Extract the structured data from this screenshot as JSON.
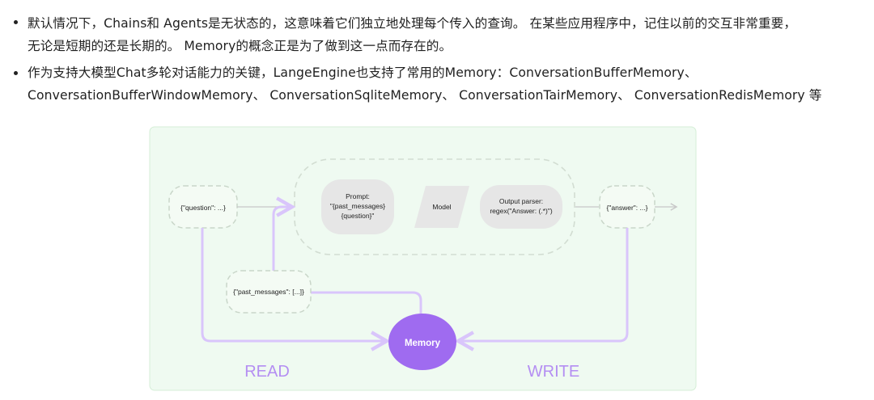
{
  "bullets": [
    {
      "lines": [
        "默认情况下，Chains和 Agents是无状态的，这意味着它们独立地处理每个传入的查询。 在某些应用程序中，记住以前的交互非常重要，",
        "无论是短期的还是长期的。 Memory的概念正是为了做到这一点而存在的。"
      ]
    },
    {
      "lines": [
        "作为支持大模型Chat多轮对话能力的关键，LangeEngine也支持了常用的Memory：ConversationBufferMemory、",
        "ConversationBufferWindowMemory、 ConversationSqliteMemory、 ConversationTairMemory、 ConversationRedisMemory 等"
      ]
    }
  ],
  "diagram": {
    "question_node": "{\"question\": ...}",
    "prompt_node": [
      "Prompt:",
      "\"{past_messages}",
      "{question}\""
    ],
    "model_node": "Model",
    "parser_node": [
      "Output parser:",
      "regex(\"Answer: (.*)\")"
    ],
    "answer_node": "{\"answer\": ...}",
    "past_messages_node": "{\"past_messages\": [...]}",
    "memory_node": "Memory",
    "read_label": "READ",
    "write_label": "WRITE"
  },
  "colors": {
    "panel_bg": "#effaf1",
    "panel_border": "#cfeccf",
    "node_gray": "#e6e6e6",
    "dashed_border": "#c5d3c5",
    "purple": "#9f6bf0",
    "purple_light": "#d9c5fb",
    "purple_text": "#b48ef2",
    "gray_arrow": "#c8c8c8"
  }
}
